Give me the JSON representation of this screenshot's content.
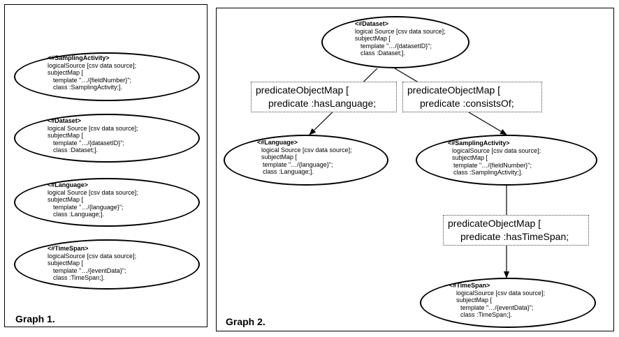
{
  "graph1": {
    "label": "Graph 1.",
    "nodes": [
      {
        "title": "<#SamplingActivity>",
        "source": "logicalSource [csv data source];",
        "subject": "subjectMap [",
        "template": "template \"…/{fieldNumber}\";",
        "class": "class :SamplingActivity;]."
      },
      {
        "title": "<#Dataset>",
        "source": "logical Source [csv data source];",
        "subject": "subjectMap [",
        "template": "template \"…/{datasetID}\";",
        "class": "class :Dataset;]."
      },
      {
        "title": "<#Language>",
        "source": "logical Source [csv data source];",
        "subject": "subjectMap [",
        "template": "template \"…/{language}\";",
        "class": "class :Language;]."
      },
      {
        "title": "<#TimeSpan>",
        "source": "logicalSource [csv data source];",
        "subject": "subjectMap [",
        "template": "template \"…/{eventData}\";",
        "class": "class :TimeSpan;]."
      }
    ]
  },
  "graph2": {
    "label": "Graph 2.",
    "nodes": {
      "dataset": {
        "title": "<#Dataset>",
        "source": "logical Source [csv data source];",
        "subject": "subjectMap [",
        "template": "template \"…/{datasetID}\";",
        "class": "class :Dataset;]."
      },
      "language": {
        "title": "<#Language>",
        "source": "logical Source [csv data source];",
        "subject": "subjectMap [",
        "template": "template \"…/{language}\";",
        "class": "class :Language;]."
      },
      "sampling": {
        "title": "<#SamplingActivity>",
        "source": "logicalSource [csv data source];",
        "subject": "subjectMap [",
        "template": "template \"…/{fieldNumber}\";",
        "class": "class :SamplingActivity;]."
      },
      "timespan": {
        "title": "<#TimeSpan>",
        "source": "logicalSource [csv data source];",
        "subject": "subjectMap [",
        "template": "template \"…/{eventData}\";",
        "class": "class :TimeSpan;]."
      }
    },
    "edges": {
      "hasLanguage": {
        "line1": "predicateObjectMap  [",
        "line2": "predicate  :hasLanguage;"
      },
      "consistsOf": {
        "line1": "predicateObjectMap  [",
        "line2": "predicate  :consistsOf;"
      },
      "hasTimeSpan": {
        "line1": "predicateObjectMap  [",
        "line2": "predicate  :hasTimeSpan;"
      }
    }
  }
}
